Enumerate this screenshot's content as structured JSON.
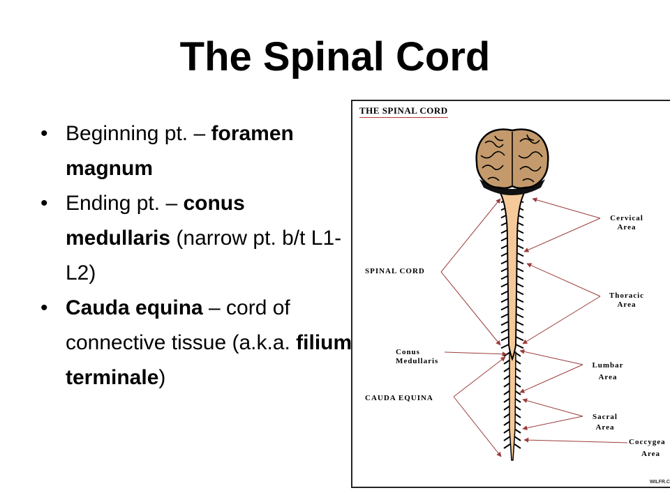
{
  "title": "The Spinal Cord",
  "bullets": [
    {
      "pre": "Beginning pt. – ",
      "bold": "foramen magnum",
      "bold2": "",
      "post": ""
    },
    {
      "pre": "Ending pt. – ",
      "bold": "conus medullaris",
      "bold2": "",
      "post": " (narrow pt. b/t L1-L2)"
    },
    {
      "pre": "",
      "bold": "Cauda equina",
      "bold2": "filium terminale",
      "post": " – cord of connective tissue (a.k.a. ",
      "end": ")"
    }
  ],
  "figure": {
    "title": "THE SPINAL CORD",
    "labels": {
      "spinal_cord": "SPINAL CORD",
      "conus_1": "Conus",
      "conus_2": "Medullaris",
      "cauda_equina": "CAUDA EQUINA",
      "cervical_1": "Cervical",
      "cervical_2": "Area",
      "thoracic_1": "Thoracic",
      "thoracic_2": "Area",
      "lumbar_1": "Lumbar",
      "lumbar_2": "Area",
      "sacral_1": "Sacral",
      "sacral_2": "Area",
      "coccygeal_1": "Coccygea",
      "coccygeal_2": "Area"
    },
    "credit": "WILFR.C",
    "colors": {
      "brain": "#c49a6c",
      "cord": "#f5c99a",
      "outline": "#000000",
      "arrow": "#9c3b3b"
    }
  }
}
